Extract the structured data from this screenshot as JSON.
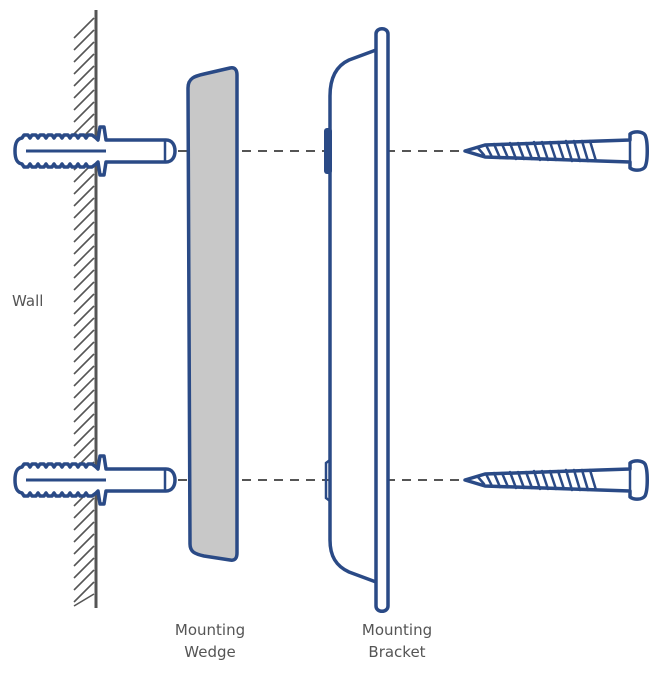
{
  "labels": {
    "wall": "Wall",
    "wedge_line1": "Mounting",
    "wedge_line2": "Wedge",
    "bracket_line1": "Mounting",
    "bracket_line2": "Bracket"
  },
  "colors": {
    "stroke": "#2a4a86",
    "wedge_fill": "#c8c8c8",
    "hatch": "#555555",
    "dash": "#555555",
    "text": "#555555"
  },
  "icons": [
    "wall-anchor-icon",
    "screw-icon"
  ]
}
